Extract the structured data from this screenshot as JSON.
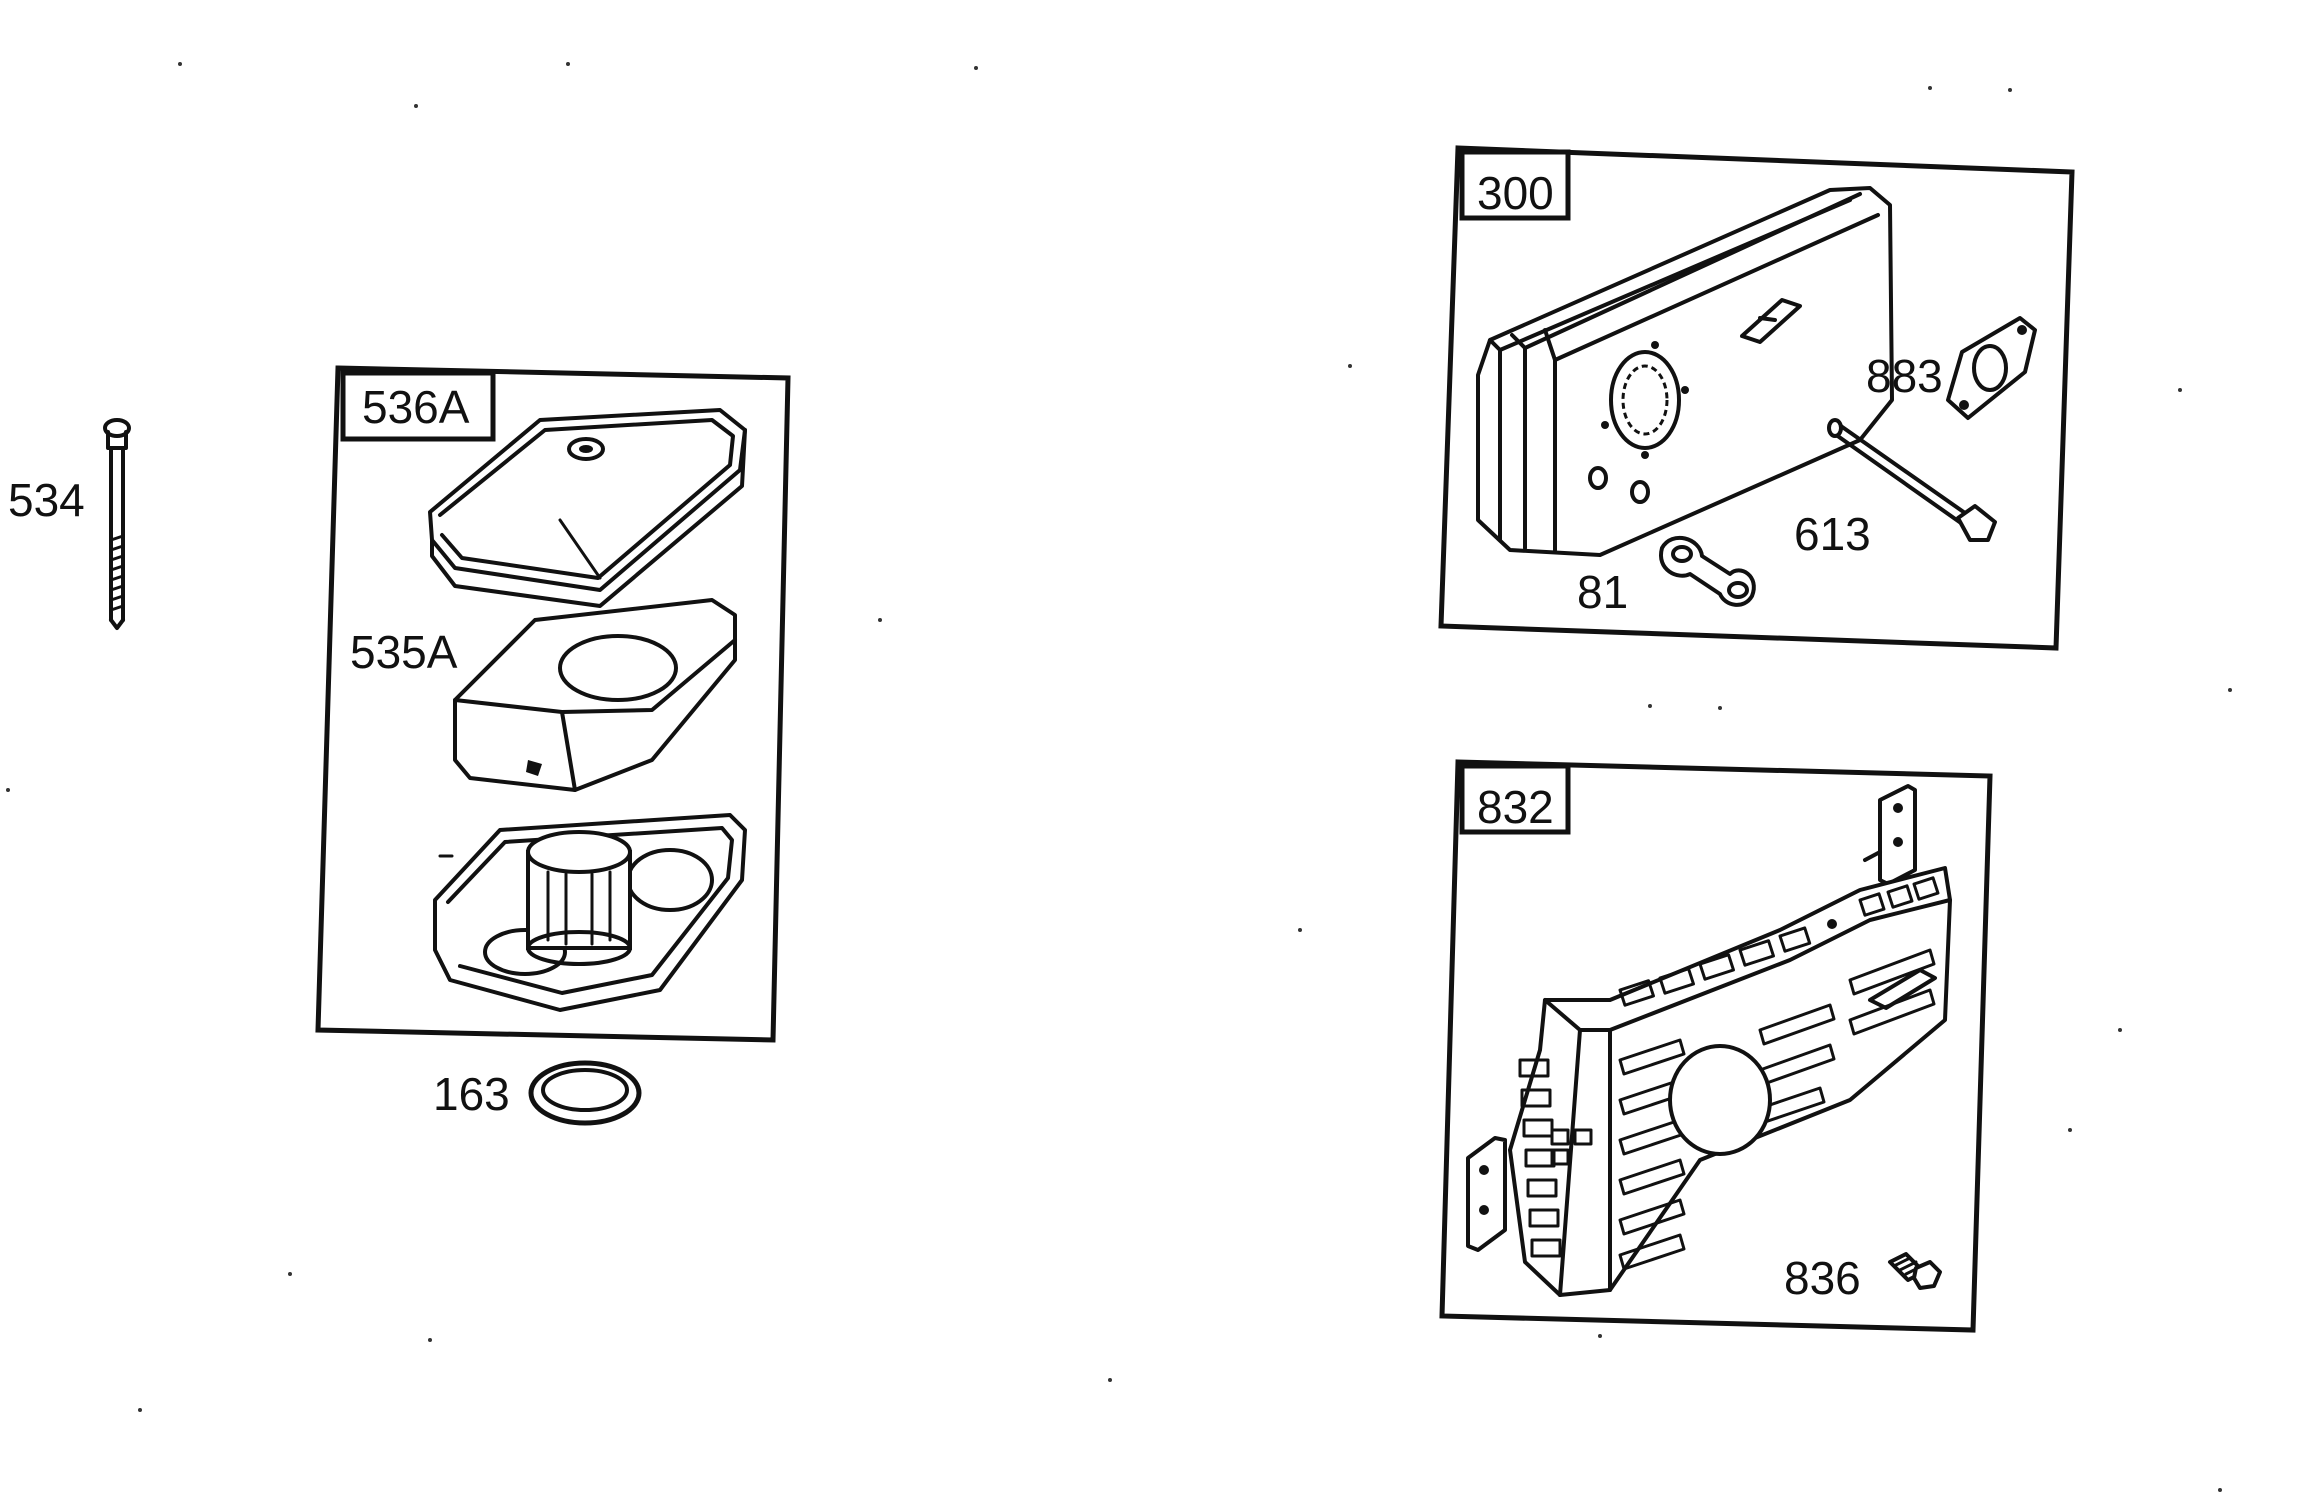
{
  "diagram": {
    "labels": {
      "p534": "534",
      "p536A": "536A",
      "p535A": "535A",
      "p163": "163",
      "p300": "300",
      "p883": "883",
      "p613": "613",
      "p81": "81",
      "p832": "832",
      "p836": "836"
    },
    "parts": [
      {
        "id": "534",
        "name": "bolt"
      },
      {
        "id": "536A",
        "name": "air-cleaner-cover"
      },
      {
        "id": "535A",
        "name": "air-filter"
      },
      {
        "id": "163",
        "name": "seal-ring"
      },
      {
        "id": "300",
        "name": "muffler"
      },
      {
        "id": "883",
        "name": "gasket"
      },
      {
        "id": "613",
        "name": "stud"
      },
      {
        "id": "81",
        "name": "lock-plate"
      },
      {
        "id": "832",
        "name": "muffler-guard"
      },
      {
        "id": "836",
        "name": "screw"
      }
    ]
  }
}
